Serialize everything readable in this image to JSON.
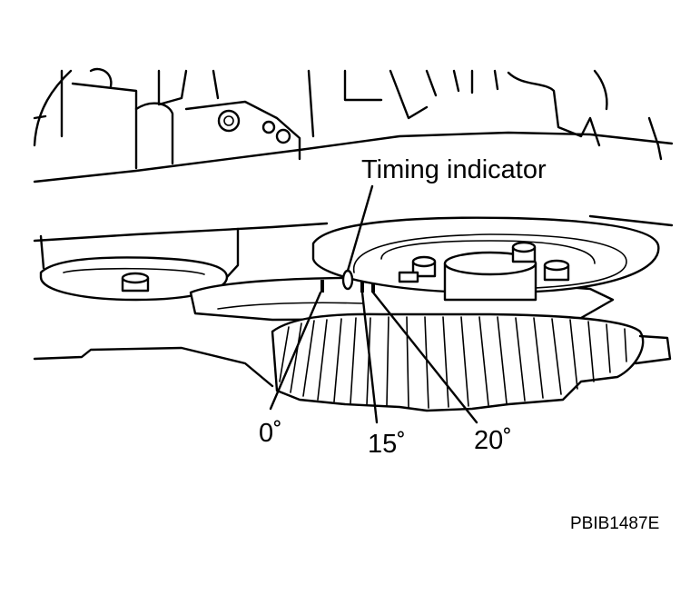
{
  "labels": {
    "timing_indicator": "Timing indicator",
    "mark_0": "0˚",
    "mark_15": "15˚",
    "mark_20": "20˚"
  },
  "figure_code": "PBIB1487E"
}
